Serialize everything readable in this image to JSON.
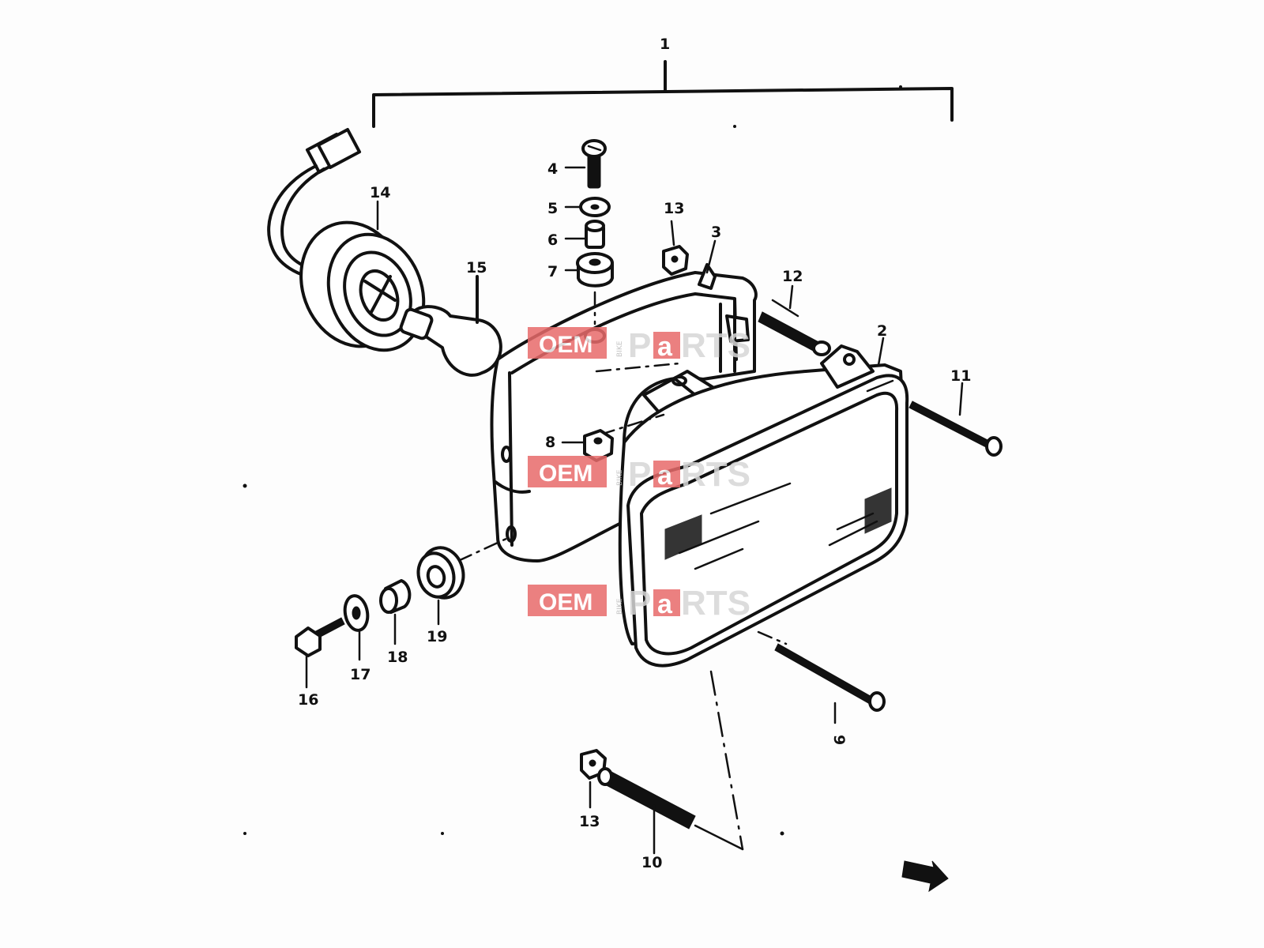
{
  "diagram": {
    "callouts": [
      {
        "id": "1",
        "text": "1"
      },
      {
        "id": "2",
        "text": "2"
      },
      {
        "id": "3",
        "text": "3"
      },
      {
        "id": "4",
        "text": "4"
      },
      {
        "id": "5",
        "text": "5"
      },
      {
        "id": "6",
        "text": "6"
      },
      {
        "id": "7",
        "text": "7"
      },
      {
        "id": "8",
        "text": "8"
      },
      {
        "id": "9",
        "text": "9"
      },
      {
        "id": "10",
        "text": "10"
      },
      {
        "id": "11",
        "text": "11"
      },
      {
        "id": "12",
        "text": "12"
      },
      {
        "id": "13a",
        "text": "13"
      },
      {
        "id": "13b",
        "text": "13"
      },
      {
        "id": "14",
        "text": "14"
      },
      {
        "id": "15",
        "text": "15"
      },
      {
        "id": "16",
        "text": "16"
      },
      {
        "id": "17",
        "text": "17"
      },
      {
        "id": "18",
        "text": "18"
      },
      {
        "id": "19",
        "text": "19"
      }
    ]
  },
  "watermark": {
    "oem": "OEM",
    "bike": "BIKE",
    "p": "P",
    "a": "a",
    "rts": "RTS"
  },
  "colors": {
    "ink": "#111111",
    "watermark_red": "#e86b6b",
    "watermark_grey": "#d6d6d6"
  }
}
